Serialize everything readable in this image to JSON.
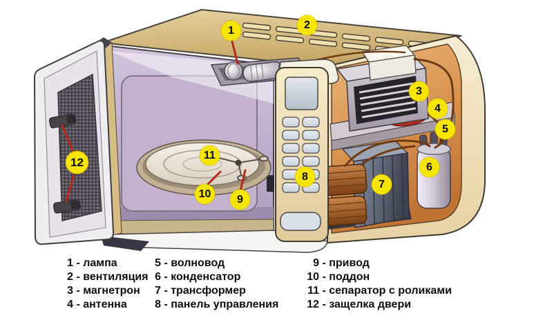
{
  "badges": [
    {
      "number": "1"
    },
    {
      "number": "2"
    },
    {
      "number": "3"
    },
    {
      "number": "4"
    },
    {
      "number": "5"
    },
    {
      "number": "6"
    },
    {
      "number": "7"
    },
    {
      "number": "8"
    },
    {
      "number": "9"
    },
    {
      "number": "10"
    },
    {
      "number": "11"
    },
    {
      "number": "12"
    }
  ],
  "legend": {
    "separator": " - ",
    "columns": [
      {
        "items": [
          {
            "num": "1",
            "label": "лампа"
          },
          {
            "num": "2",
            "label": "вентиляция"
          },
          {
            "num": "3",
            "label": "магнетрон"
          },
          {
            "num": "4",
            "label": "антенна"
          }
        ]
      },
      {
        "items": [
          {
            "num": "5",
            "label": "волновод"
          },
          {
            "num": "6",
            "label": "конденсатор"
          },
          {
            "num": "7",
            "label": "трансформер"
          },
          {
            "num": "8",
            "label": "панель управления"
          }
        ]
      },
      {
        "items": [
          {
            "num": "9",
            "label": "привод"
          },
          {
            "num": "10",
            "label": "поддон"
          },
          {
            "num": "11",
            "label": "сепаратор с роликами"
          },
          {
            "num": "12",
            "label": "защелка двери"
          }
        ]
      }
    ]
  },
  "colors": {
    "background": "#FFFFFF",
    "badge_yellow": "#F6E503",
    "leader_red": "#B5281A",
    "body_cream": "#F2E5C4",
    "top_tan": "#D7BE85",
    "cavity_lavender": "#C4B4CE",
    "compartment_orange": "#D98F4F",
    "copper_winding": "#A05C24",
    "legend_text": "#0D0D0D"
  }
}
